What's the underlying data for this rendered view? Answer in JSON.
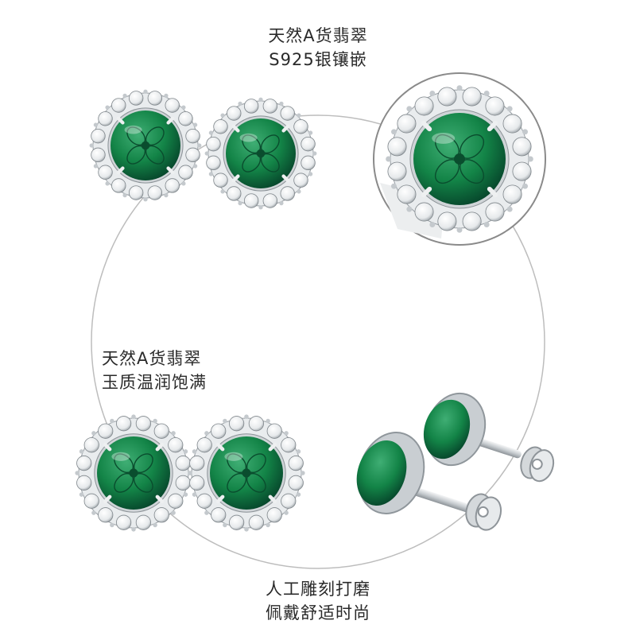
{
  "captions": {
    "top": {
      "line1": "天然A货翡翠",
      "line2": "S925银镶嵌"
    },
    "middle": {
      "line1": "天然A货翡翠",
      "line2": "玉质温润饱满"
    },
    "bottom": {
      "line1": "人工雕刻打磨",
      "line2": "佩戴舒适时尚"
    }
  },
  "colors": {
    "jade_dark": "#0b5a36",
    "jade_mid": "#16804b",
    "jade_light": "#3fae74",
    "silver": "#d9dde0",
    "circle_line": "#bdbdbd"
  }
}
